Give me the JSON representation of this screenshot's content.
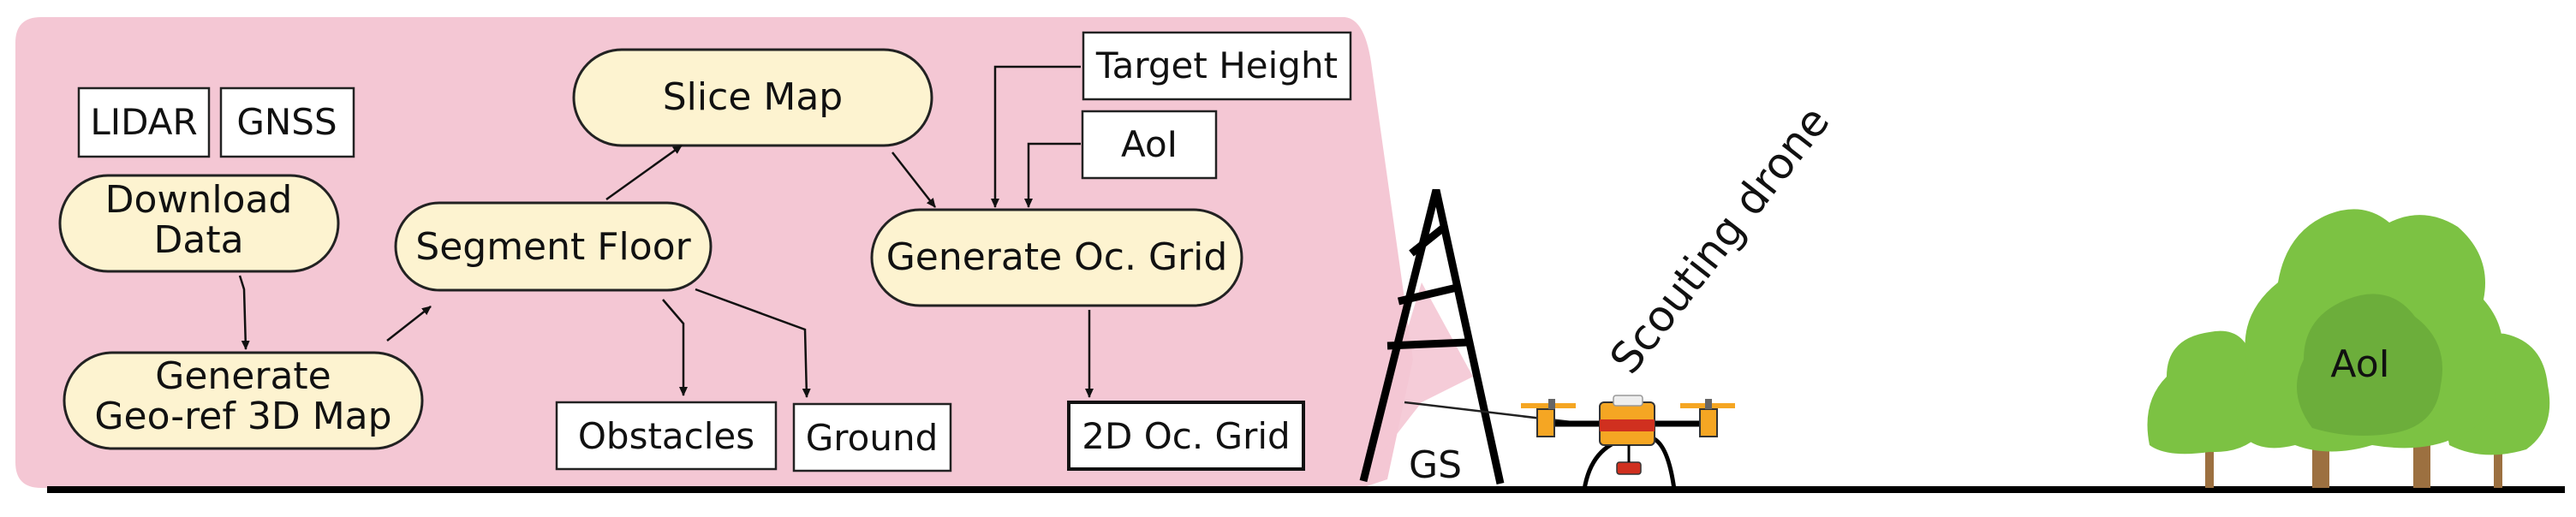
{
  "inputs": {
    "lidar": "LIDAR",
    "gnss": "GNSS"
  },
  "process": {
    "download": {
      "line1": "Download",
      "line2": "Data"
    },
    "generate_map": {
      "line1": "Generate",
      "line2": "Geo-ref 3D Map"
    },
    "segment_floor": "Segment Floor",
    "slice_map": "Slice Map",
    "generate_grid": "Generate Oc. Grid"
  },
  "outputs": {
    "obstacles": "Obstacles",
    "ground": "Ground",
    "grid_2d": "2D Oc. Grid"
  },
  "params": {
    "target_height": "Target Height",
    "aoi": "AoI"
  },
  "scene": {
    "gs": "GS",
    "drone": "Scouting drone",
    "aoi_trees": "AoI"
  },
  "colors": {
    "panel_pink": "#f4c7d4",
    "process_fill": "#fdf3d0",
    "drone_orange": "#f5a623",
    "drone_red": "#d0301f",
    "tree_green": "#7cc243",
    "tree_dark": "#5f9e35",
    "trunk": "#9c7040"
  }
}
